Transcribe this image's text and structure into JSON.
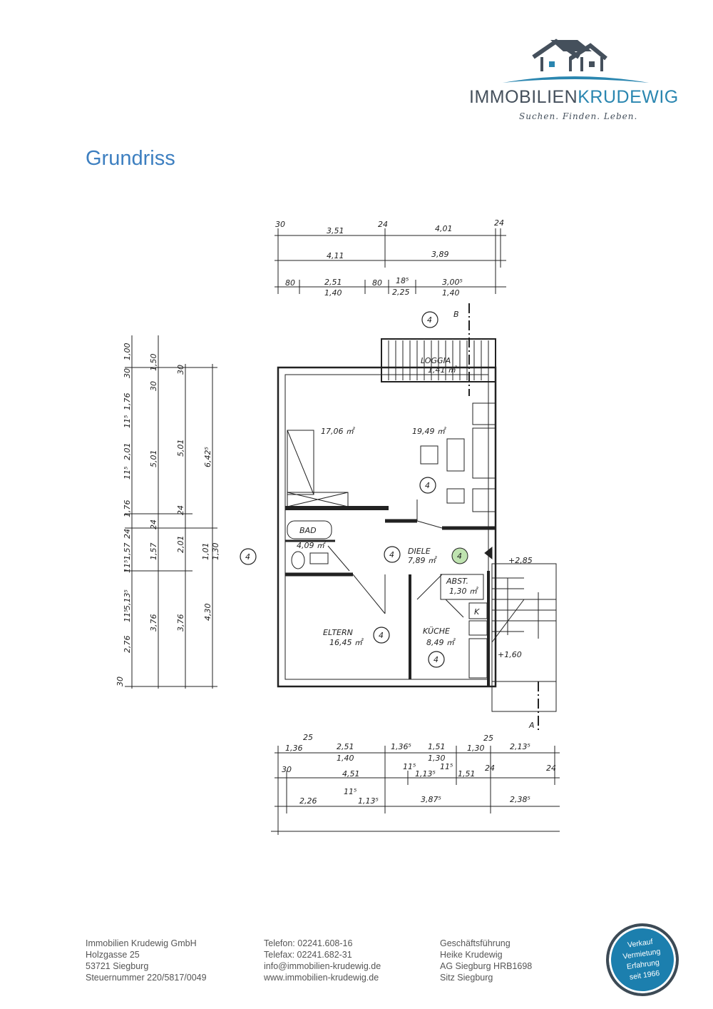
{
  "logo": {
    "brand_part1": "IMMOBILIEN",
    "brand_part2": "KRUDEWIG",
    "slogan": "Suchen. Finden. Leben.",
    "colors": {
      "dark": "#45505c",
      "blue": "#2a86b0"
    }
  },
  "page_title": "Grundriss",
  "floorplan": {
    "rooms": {
      "loggia": "LOGGIA",
      "loggia_area": "1,41 ㎡",
      "wohnen_area": "17,06 ㎡",
      "wohnen2_area": "19,49 ㎡",
      "bad": "BAD",
      "bad_area": "4,09 ㎡",
      "diele": "DIELE",
      "diele_area": "7,89 ㎡",
      "abst": "ABST.",
      "abst_area": "1,30 ㎡",
      "eltern": "ELTERN",
      "eltern_area": "16,45 ㎡",
      "kueche": "KÜCHE",
      "kueche_area": "8,49 ㎡",
      "level_upper": "+2,85",
      "level_lower": "+1,60",
      "kitchen_k": "K",
      "section_a": "A",
      "section_b": "B",
      "marker": "4"
    },
    "top_dims": {
      "row1": [
        "30",
        "3,51",
        "24",
        "4,01",
        "24"
      ],
      "row2": [
        "4,11",
        "3,89"
      ],
      "row3": [
        "80",
        "2,51",
        "1,40",
        "80",
        "18⁵",
        "2,25",
        "3,00⁵",
        "1,40"
      ]
    },
    "left_dims": {
      "col1": [
        "1,00",
        "30",
        "1,76",
        "11⁵",
        "2,01",
        "11⁵",
        "1,76",
        "24",
        "1,57",
        "11⁵",
        "5,13⁵",
        "11⁵",
        "2,76",
        "30"
      ],
      "col2": [
        "1,50",
        "30",
        "5,01",
        "24",
        "1,57",
        "3,76"
      ],
      "col3": [
        "30",
        "5,01",
        "24",
        "2,01",
        "3,76"
      ],
      "col4": [
        "6,42⁵",
        "1,01",
        "1,30",
        "4,30"
      ]
    },
    "bottom_dims": {
      "row1": [
        "1,36",
        "25",
        "2,51",
        "1,40",
        "1,36⁵",
        "1,51",
        "1,30",
        "25",
        "1,30",
        "2,13⁵"
      ],
      "row2": [
        "30",
        "4,51",
        "11⁵",
        "1,13⁵",
        "11⁵",
        "1,51",
        "24",
        "24"
      ],
      "row3": [
        "2,26",
        "11⁵",
        "1,13⁵",
        "3,87⁵",
        "2,38⁵"
      ]
    }
  },
  "footer": {
    "col1": [
      "Immobilien Krudewig GmbH",
      "Holzgasse 25",
      "53721 Siegburg",
      "Steuernummer 220/5817/0049"
    ],
    "col2": [
      "Telefon: 02241.608-16",
      "Telefax: 02241.682-31",
      "info@immobilien-krudewig.de",
      "www.immobilien-krudewig.de"
    ],
    "col3": [
      "Geschäftsführung",
      "Heike Krudewig",
      "AG Siegburg HRB1698",
      "Sitz Siegburg"
    ]
  },
  "badge": [
    "Verkauf",
    "Vermietung",
    "Erfahrung",
    "seit 1966"
  ]
}
